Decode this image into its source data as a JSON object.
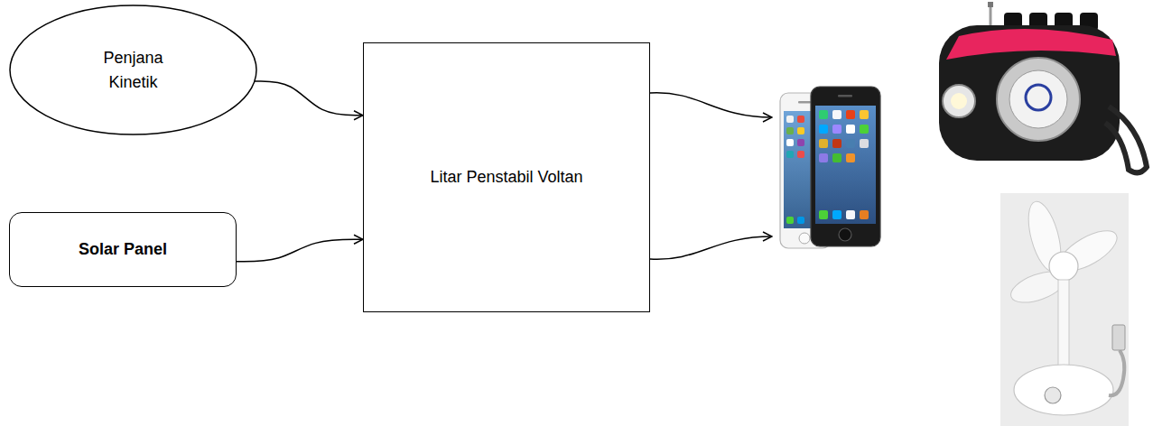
{
  "diagram": {
    "nodes": [
      {
        "text": [
          "Penjana Kinetik"
        ]
      },
      {
        "text": [
          "Solar Panel"
        ]
      },
      {
        "text": [
          "Litar Penstabil Voltan"
        ]
      }
    ],
    "edges": [
      {
        "from": 0,
        "to": 2,
        "arrow": "to"
      },
      {
        "from": 1,
        "to": 2,
        "arrow": "to"
      }
    ]
  }
}
